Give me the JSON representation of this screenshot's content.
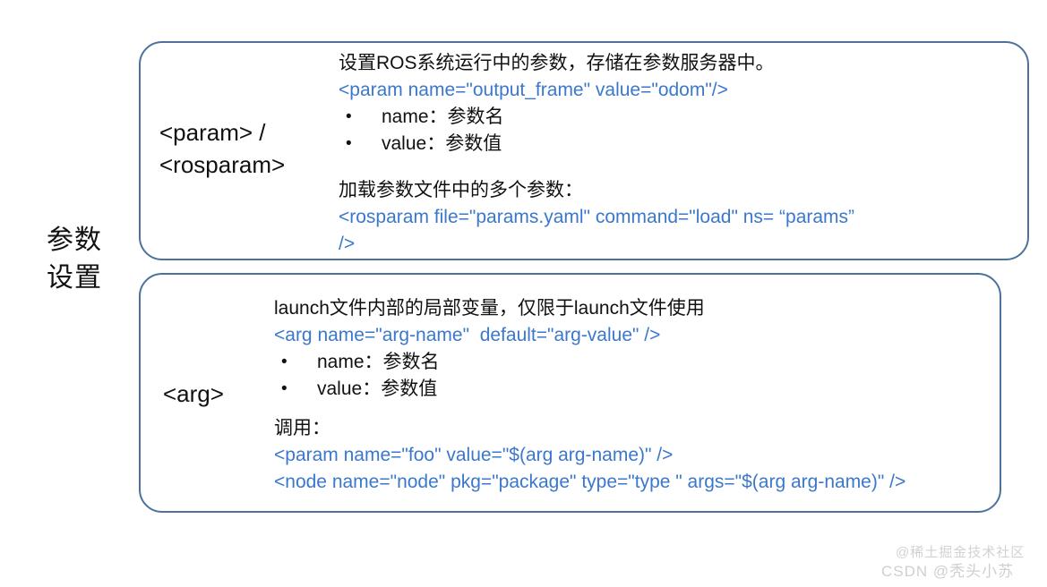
{
  "slide": {
    "group_label": "参数\n设置",
    "boxes": [
      {
        "id": "param",
        "tag_label": "<param> /\n<rosparam>",
        "lines": [
          {
            "kind": "text",
            "text": "设置ROS系统运行中的参数，存储在参数服务器中。"
          },
          {
            "kind": "code",
            "text": "<param name=\"output_frame\" value=\"odom\"/>"
          }
        ],
        "bullets": [
          "name：参数名",
          "value：参数值"
        ],
        "lines_after": [
          {
            "kind": "text",
            "text": "加载参数文件中的多个参数："
          },
          {
            "kind": "code",
            "text": "<rosparam file=\"params.yaml\" command=\"load\" ns= “params”"
          },
          {
            "kind": "code",
            "text": "/>"
          }
        ]
      },
      {
        "id": "arg",
        "tag_label": "<arg>",
        "lines": [
          {
            "kind": "text",
            "text": "launch文件内部的局部变量，仅限于launch文件使用"
          },
          {
            "kind": "code",
            "text": "<arg name=\"arg-name\"  default=\"arg-value\" />"
          }
        ],
        "bullets": [
          "name：参数名",
          "value：参数值"
        ],
        "lines_after": [
          {
            "kind": "text",
            "text": "调用："
          },
          {
            "kind": "code",
            "text": "<param name=\"foo\" value=\"$(arg arg-name)\" />"
          },
          {
            "kind": "code",
            "text": "<node name=\"node\" pkg=\"package\" type=\"type \" args=\"$(arg arg-name)\" />"
          }
        ]
      }
    ],
    "watermarks": {
      "juejin": "@稀土掘金技术社区",
      "csdn": "CSDN @秃头小苏"
    },
    "colors": {
      "box_border": "#4c729c",
      "code_text": "#3b78cc",
      "body_text": "#111111",
      "background": "#ffffff",
      "watermark": "#cfcfcf"
    }
  }
}
